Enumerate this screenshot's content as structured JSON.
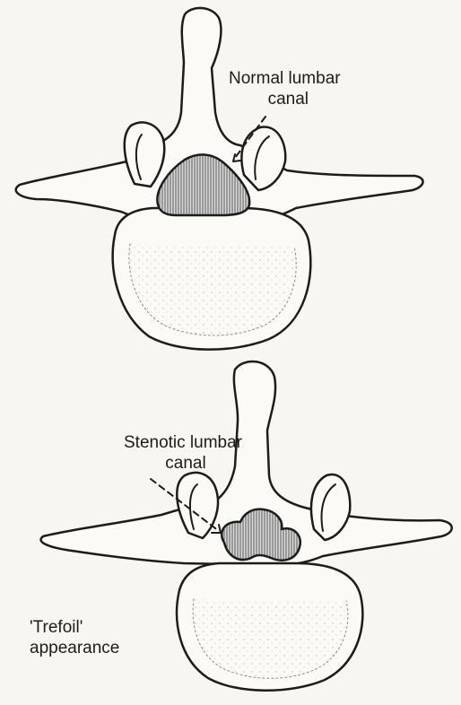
{
  "labels": {
    "normal": {
      "line1": "Normal lumbar",
      "line2": "canal"
    },
    "stenotic": {
      "line1": "Stenotic lumbar",
      "line2": "canal"
    },
    "trefoil": {
      "line1": "'Trefoil'",
      "line2": "appearance"
    }
  },
  "colors": {
    "background": "#f7f6f3",
    "ink": "#1c1c1c",
    "canal_fill": "#8f8f8f",
    "bone_fill": "#fbfaf7"
  }
}
